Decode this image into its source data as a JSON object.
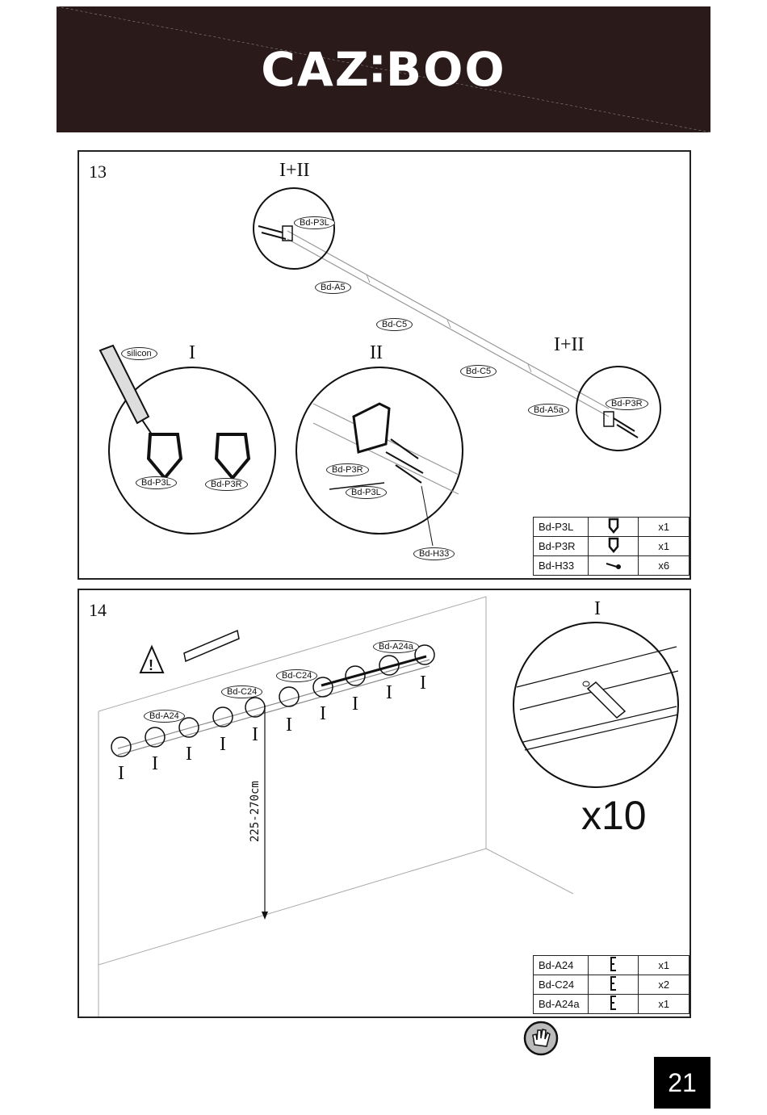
{
  "brand": "CAZ∶BOO",
  "page_number": "21",
  "step13": {
    "number": "13",
    "labels": {
      "i_ii_top": "I+II",
      "i_ii_right": "I+II",
      "i": "I",
      "ii": "II"
    },
    "tags": [
      "Bd-P3L",
      "Bd-A5",
      "Bd-C5",
      "Bd-C5",
      "Bd-A5a",
      "Bd-P3R",
      "silicon",
      "Bd-P3L",
      "Bd-P3R",
      "Bd-P3R",
      "Bd-P3L",
      "Bd-H33"
    ],
    "parts": [
      {
        "name": "Bd-P3L",
        "qty": "x1",
        "icon": "bracket-left-icon"
      },
      {
        "name": "Bd-P3R",
        "qty": "x1",
        "icon": "bracket-right-icon"
      },
      {
        "name": "Bd-H33",
        "qty": "x6",
        "icon": "screw-icon"
      }
    ]
  },
  "step14": {
    "number": "14",
    "detail_label": "I",
    "marks": [
      "I",
      "I",
      "I",
      "I",
      "I",
      "I",
      "I",
      "I",
      "I",
      "I"
    ],
    "tags": [
      "Bd-A24",
      "Bd-C24",
      "Bd-C24",
      "Bd-A24a"
    ],
    "dimension": "225-270cm",
    "multiplier": "x10",
    "parts": [
      {
        "name": "Bd-A24",
        "qty": "x1",
        "icon": "hook-icon"
      },
      {
        "name": "Bd-C24",
        "qty": "x2",
        "icon": "hook-icon"
      },
      {
        "name": "Bd-A24a",
        "qty": "x1",
        "icon": "hook-icon"
      }
    ]
  }
}
